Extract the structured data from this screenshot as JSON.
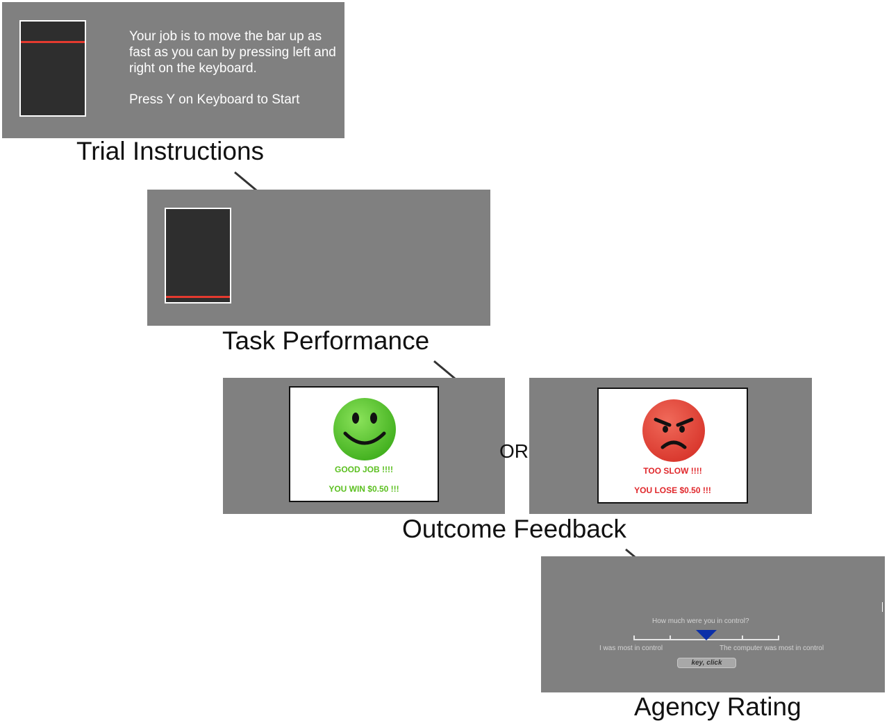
{
  "stages": {
    "instructions": "Trial Instructions",
    "performance": "Task Performance",
    "feedback": "Outcome Feedback",
    "rating": "Agency Rating"
  },
  "instructions_screen": {
    "line1": "Your job is to move the bar up as",
    "line2": "fast as you can by pressing left and",
    "line3": "right on the keyboard.",
    "start": "Press Y on Keyboard to Start"
  },
  "feedback_win": {
    "icon": "smiley-face-icon",
    "title": "GOOD JOB !!!!",
    "subtitle": "YOU WIN $0.50 !!!",
    "color": "#5cc021"
  },
  "feedback_lose": {
    "icon": "angry-face-icon",
    "title": "TOO SLOW !!!!",
    "subtitle": "YOU LOSE $0.50 !!!",
    "color": "#e0272b"
  },
  "or_label": "OR",
  "rating_screen": {
    "question": "How much were you in control?",
    "left_anchor": "I was most in control",
    "right_anchor": "The computer was most in control",
    "button": "key, click",
    "marker_color": "#0b2fa8"
  },
  "colors": {
    "panel": "#808080",
    "bar_box": "#2e2e2e",
    "red_line": "#e53a2f"
  }
}
